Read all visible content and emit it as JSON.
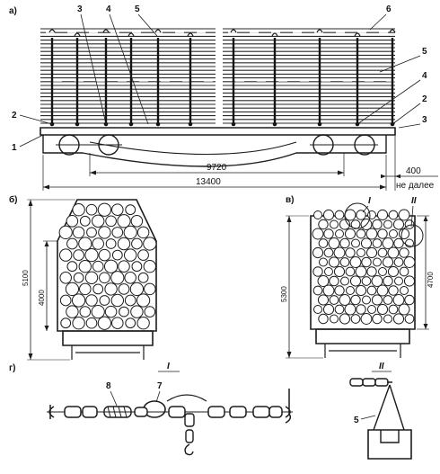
{
  "figure": {
    "panel_labels": {
      "a": "а)",
      "b": "б)",
      "v": "в)",
      "g": "г)"
    },
    "side_view": {
      "callouts_left": [
        "3",
        "4",
        "5"
      ],
      "callout_right_top": "6",
      "callouts_right": [
        "5",
        "4",
        "2",
        "3"
      ],
      "callouts_left_side": [
        "2",
        "1"
      ],
      "dim_bogie_centers": "9720",
      "dim_overall_length": "13400",
      "dim_overhang": "400",
      "overhang_note": "не далее"
    },
    "section_b": {
      "height_total": "5100",
      "height_load": "4000"
    },
    "section_v": {
      "height_total": "5300",
      "height_load": "4700",
      "node_I": "I",
      "node_II": "II"
    },
    "chain_detail": {
      "title": "I",
      "callouts": [
        "8",
        "7"
      ]
    },
    "hook_detail": {
      "title": "II",
      "callout": "5"
    }
  }
}
